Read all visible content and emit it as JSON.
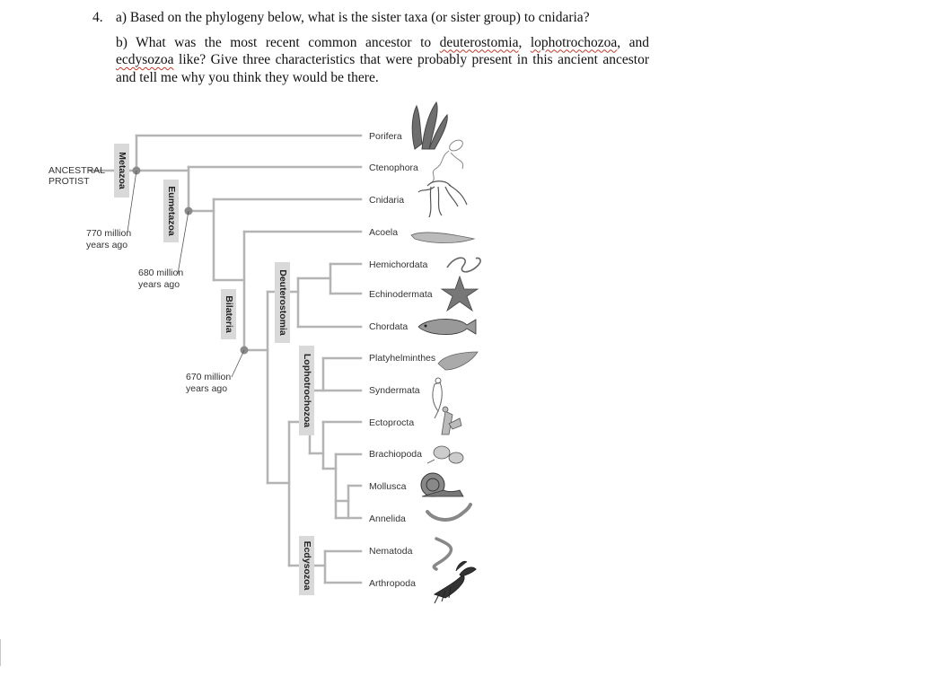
{
  "question": {
    "number": "4.",
    "part_a": "a) Based on the phylogeny below, what is the sister taxa (or sister group) to cnidaria?",
    "part_b_prefix": "b) What was the most recent common ancestor to ",
    "part_b_term1": "deuterostomia",
    "part_b_sep1": ", ",
    "part_b_term2": "lophotrochozoa",
    "part_b_sep2": ", and ",
    "part_b_term3": "ecdysozoa",
    "part_b_suffix": " like? Give three characteristics that were probably present in this ancient ancestor and tell me why you think they would be there."
  },
  "tree": {
    "root_label_line1": "ANCESTRAL",
    "root_label_line2": "PROTIST",
    "clades": {
      "metazoa": "Metazoa",
      "eumetazoa": "Eumetazoa",
      "bilateria": "Bilateria",
      "deuterostomia": "Deuterostomia",
      "lophotrochozoa": "Lophotrochozoa",
      "ecdysozoa": "Ecdysozoa"
    },
    "dates": {
      "d770_line1": "770 million",
      "d770_line2": "years ago",
      "d680_line1": "680 million",
      "d680_line2": "years ago",
      "d670_line1": "670 million",
      "d670_line2": "years ago"
    },
    "taxa": [
      "Porifera",
      "Ctenophora",
      "Cnidaria",
      "Acoela",
      "Hemichordata",
      "Echinodermata",
      "Chordata",
      "Platyhelminthes",
      "Syndermata",
      "Ectoprocta",
      "Brachiopoda",
      "Mollusca",
      "Annelida",
      "Nematoda",
      "Arthropoda"
    ]
  },
  "colors": {
    "branch": "#b4b4b4",
    "node": "#8a8a8a",
    "label_bg": "#d9d9d9",
    "text": "#333333"
  }
}
